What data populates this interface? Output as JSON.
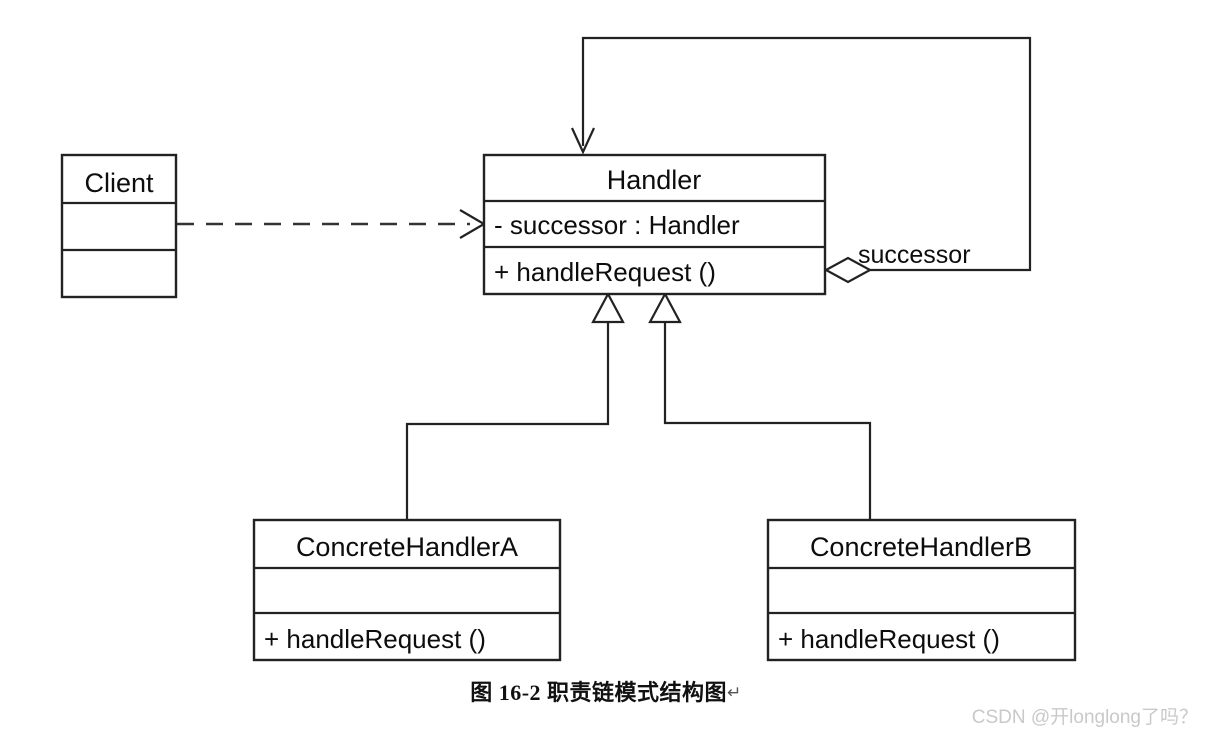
{
  "diagram": {
    "type": "uml-class-diagram",
    "pattern": "Chain of Responsibility",
    "classes": [
      {
        "id": "client",
        "name": "Client",
        "attributes": [],
        "operations": [],
        "compartments": 3
      },
      {
        "id": "handler",
        "name": "Handler",
        "attributes": [
          "- successor : Handler"
        ],
        "operations": [
          "+ handleRequest ()"
        ],
        "compartments": 3
      },
      {
        "id": "concrete-handler-a",
        "name": "ConcreteHandlerA",
        "attributes": [],
        "operations": [
          "+ handleRequest ()"
        ],
        "compartments": 3
      },
      {
        "id": "concrete-handler-b",
        "name": "ConcreteHandlerB",
        "attributes": [],
        "operations": [
          "+ handleRequest ()"
        ],
        "compartments": 3
      }
    ],
    "relationships": [
      {
        "id": "client-uses-handler",
        "kind": "dependency",
        "style": "dashed-open-arrow",
        "from": "Client",
        "to": "Handler",
        "label": ""
      },
      {
        "id": "handler-successor",
        "kind": "aggregation",
        "style": "open-diamond-open-arrow",
        "from": "Handler",
        "to": "Handler",
        "label": "successor"
      },
      {
        "id": "a-extends-handler",
        "kind": "generalization",
        "style": "hollow-triangle",
        "from": "ConcreteHandlerA",
        "to": "Handler",
        "label": ""
      },
      {
        "id": "b-extends-handler",
        "kind": "generalization",
        "style": "hollow-triangle",
        "from": "ConcreteHandlerB",
        "to": "Handler",
        "label": ""
      }
    ]
  },
  "caption": {
    "text": "图 16-2  职责链模式结构图",
    "pilcrow": "↵"
  },
  "watermark": {
    "text": "CSDN @开longlong了吗？"
  },
  "colors": {
    "stroke": "#222222",
    "fill": "#ffffff",
    "text": "#0d0d0d",
    "watermark": "#c9c9c9",
    "background": "#ffffff"
  }
}
